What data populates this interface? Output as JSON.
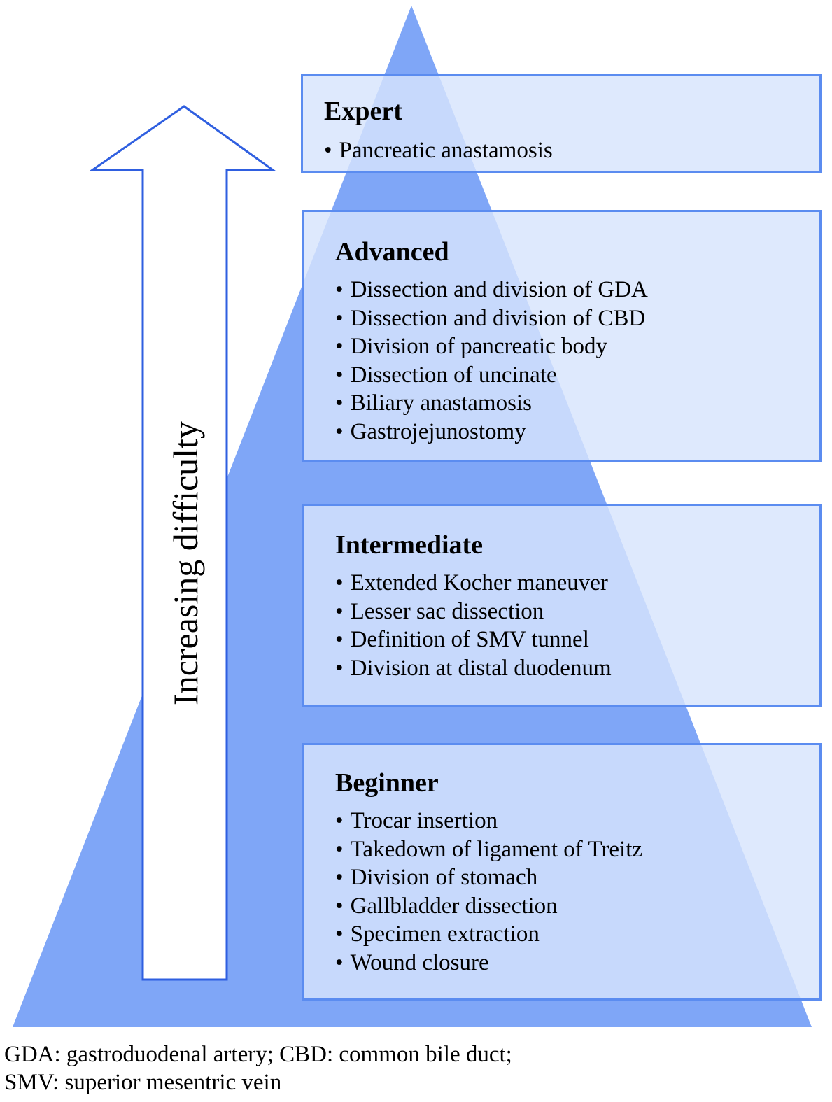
{
  "axis_label": "Increasing difficulty",
  "tiers": [
    {
      "title": "Expert",
      "items": [
        "Pancreatic anastamosis"
      ]
    },
    {
      "title": "Advanced",
      "items": [
        "Dissection and division of GDA",
        "Dissection and division of CBD",
        "Division of pancreatic body",
        "Dissection of uncinate",
        "Biliary anastamosis",
        "Gastrojejunostomy"
      ]
    },
    {
      "title": "Intermediate",
      "items": [
        "Extended Kocher maneuver",
        "Lesser sac dissection",
        "Definition of SMV tunnel",
        "Division at distal duodenum"
      ]
    },
    {
      "title": "Beginner",
      "items": [
        "Trocar insertion",
        "Takedown of ligament of Treitz",
        "Division of stomach",
        "Gallbladder dissection",
        "Specimen extraction",
        "Wound closure"
      ]
    }
  ],
  "footnote": {
    "line1": "GDA: gastroduodenal artery; CBD: common bile duct;",
    "line2": "SMV: superior mesentric vein"
  },
  "colors": {
    "pyramid_fill": "#7fa6f7",
    "arrow_stroke": "#2f5fe0",
    "box_border": "#5b8cf0"
  }
}
